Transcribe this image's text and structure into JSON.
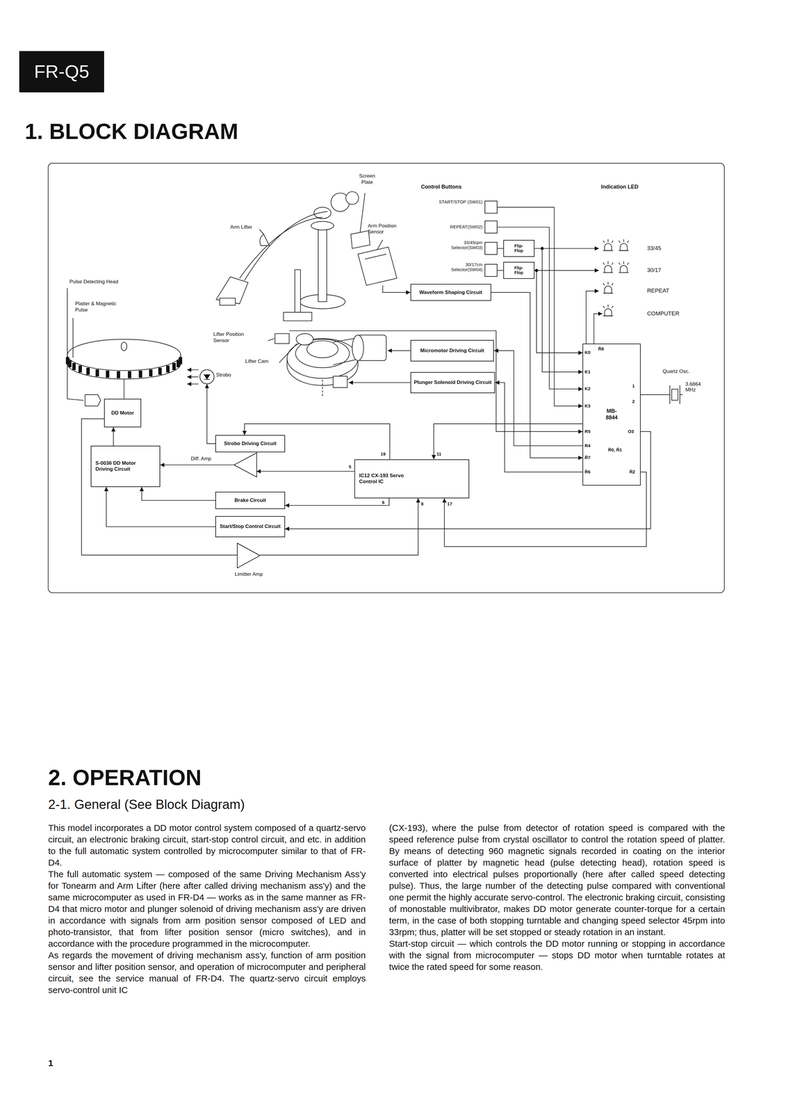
{
  "diagram": {
    "title": "1. BLOCK DIAGRAM",
    "nodes": [
      {
        "text": [
          "START/STOP (SW01)"
        ]
      },
      {
        "text": [
          "REPEAT(SW02)"
        ]
      },
      {
        "text": [
          "33/45rpm Selector(SW03)"
        ]
      },
      {
        "text": [
          "Flip- Flop"
        ]
      },
      {
        "text": [
          "30/17cm Selector(SW04)"
        ]
      },
      {
        "text": [
          "Flip- Flop"
        ]
      },
      {
        "text": [
          "Waveform Shaping Circuit"
        ]
      },
      {
        "text": [
          "Micromotor Driving Circuit"
        ]
      },
      {
        "text": [
          "MB- 8844"
        ]
      },
      {
        "text": [
          "Quartz Osc.",
          "3.6864 MHz"
        ]
      },
      {
        "text": [
          "Plunger Solenoid Driving Circuit"
        ]
      },
      {
        "text": [
          "Strobo"
        ]
      },
      {
        "text": [
          "DD Motor"
        ]
      },
      {
        "text": [
          "Strobo Driving Circuit"
        ]
      },
      {
        "text": [
          "S-0036 DD Motor Driving Circuit"
        ]
      },
      {
        "text": [
          "Diff. Amp"
        ]
      },
      {
        "text": [
          "IC12 CX-193 Servo Control IC"
        ]
      },
      {
        "text": [
          "Brake Circuit"
        ]
      },
      {
        "text": [
          "Start/Stop Control Circuit"
        ]
      },
      {
        "text": [
          "Limitter Amp"
        ]
      }
    ],
    "edges": [
      {
        "from": 0,
        "to": 8,
        "arrow": "to"
      },
      {
        "from": 1,
        "to": 8,
        "arrow": "to"
      },
      {
        "from": 2,
        "to": 3,
        "arrow": "none"
      },
      {
        "from": 4,
        "to": 5,
        "arrow": "none"
      },
      {
        "from": 3,
        "to": 8,
        "arrow": "to"
      },
      {
        "from": 5,
        "to": 8,
        "arrow": "to"
      },
      {
        "from": 6,
        "to": 8,
        "arrow": "to"
      },
      {
        "from": 8,
        "to": 7,
        "arrow": "to"
      },
      {
        "from": 8,
        "to": 10,
        "arrow": "to"
      },
      {
        "from": 13,
        "to": 11,
        "arrow": "to"
      },
      {
        "from": 14,
        "to": 12,
        "arrow": "to"
      },
      {
        "from": 15,
        "to": 14,
        "arrow": "to"
      },
      {
        "from": 16,
        "to": 15,
        "arrow": "to"
      },
      {
        "from": 17,
        "to": 14,
        "arrow": "to"
      },
      {
        "from": 18,
        "to": 14,
        "arrow": "to"
      },
      {
        "from": 12,
        "to": 19,
        "arrow": "none"
      },
      {
        "from": 19,
        "to": 16,
        "arrow": "to"
      },
      {
        "from": 8,
        "to": 16,
        "arrow": "to"
      },
      {
        "from": 16,
        "to": 13,
        "arrow": "to"
      },
      {
        "from": 16,
        "to": 17,
        "arrow": "to"
      },
      {
        "from": 9,
        "to": 8,
        "arrow": "none"
      },
      {
        "from": 8,
        "to": 18,
        "arrow": "to"
      },
      {
        "from": 8,
        "to": 16,
        "arrow": "to"
      }
    ],
    "labels": [
      "FR-Q5",
      "Screen Plate",
      "Arm Lifter",
      "Arm Position Sensor",
      "Control Buttons",
      "Indication LED",
      "33/45",
      "30/17",
      "REPEAT",
      "COMPUTER",
      "Pulse Detecting Head",
      "Platter & Magnetic Pulse",
      "Lifter Position Sensor",
      "Lifter Cam",
      "R̄8",
      "K0",
      "K1",
      "K2",
      "K3",
      "R5",
      "R4",
      "R̄7",
      "R̄6",
      "1",
      "2",
      "O3",
      "R̄0, R̄1",
      "R̄2",
      "19",
      "11",
      "5",
      "6",
      "8",
      "17",
      "2. OPERATION",
      "2-1. General (See Block Diagram)",
      "This model incorporates a DD motor control system composed of a quartz-servo circuit, an electronic braking circuit, start-stop control circuit, and etc. in addition to the full automatic system controlled by microcomputer similar to that of FR-D4.",
      "The full automatic system — composed of the same Driving Mechanism Ass'y for Tonearm and Arm Lifter (here after called driving mechanism ass'y) and the same microcomputer as used in FR-D4 — works as in the same manner as FR-D4 that micro motor and plunger solenoid of driving mechanism ass'y are driven in accordance with signals from arm position sensor composed of LED and photo-transistor, that from lifter position sensor (micro switches), and in accordance with the procedure programmed in the microcomputer.",
      "As regards the movement of driving mechanism ass'y, function of arm position sensor and lifter position sensor, and operation of microcomputer and peripheral circuit, see the service manual of FR-D4. The quartz-servo circuit employs servo-control unit IC",
      "(CX-193), where the pulse from detector of rotation speed is compared with the speed reference pulse from crystal oscillator to control the rotation speed of platter. By means of detecting 960 magnetic signals recorded in coating on the interior surface of platter by magnetic head (pulse detecting head), rotation speed is converted into electrical pulses proportionally (here after called speed detecting pulse). Thus, the large number of the detecting pulse compared with conventional one permit the highly accurate servo-control. The electronic braking circuit, consisting of monostable multivibrator, makes DD motor generate counter-torque for a certain term, in the case of both stopping turntable and changing speed selector 45rpm into 33rpm; thus, platter will be set stopped or steady rotation in an instant.",
      "Start-stop circuit — which controls the DD motor running or stopping in accordance with the signal from microcomputer — stops DD motor when turntable rotates at twice the rated speed for some reason.",
      "1"
    ]
  }
}
